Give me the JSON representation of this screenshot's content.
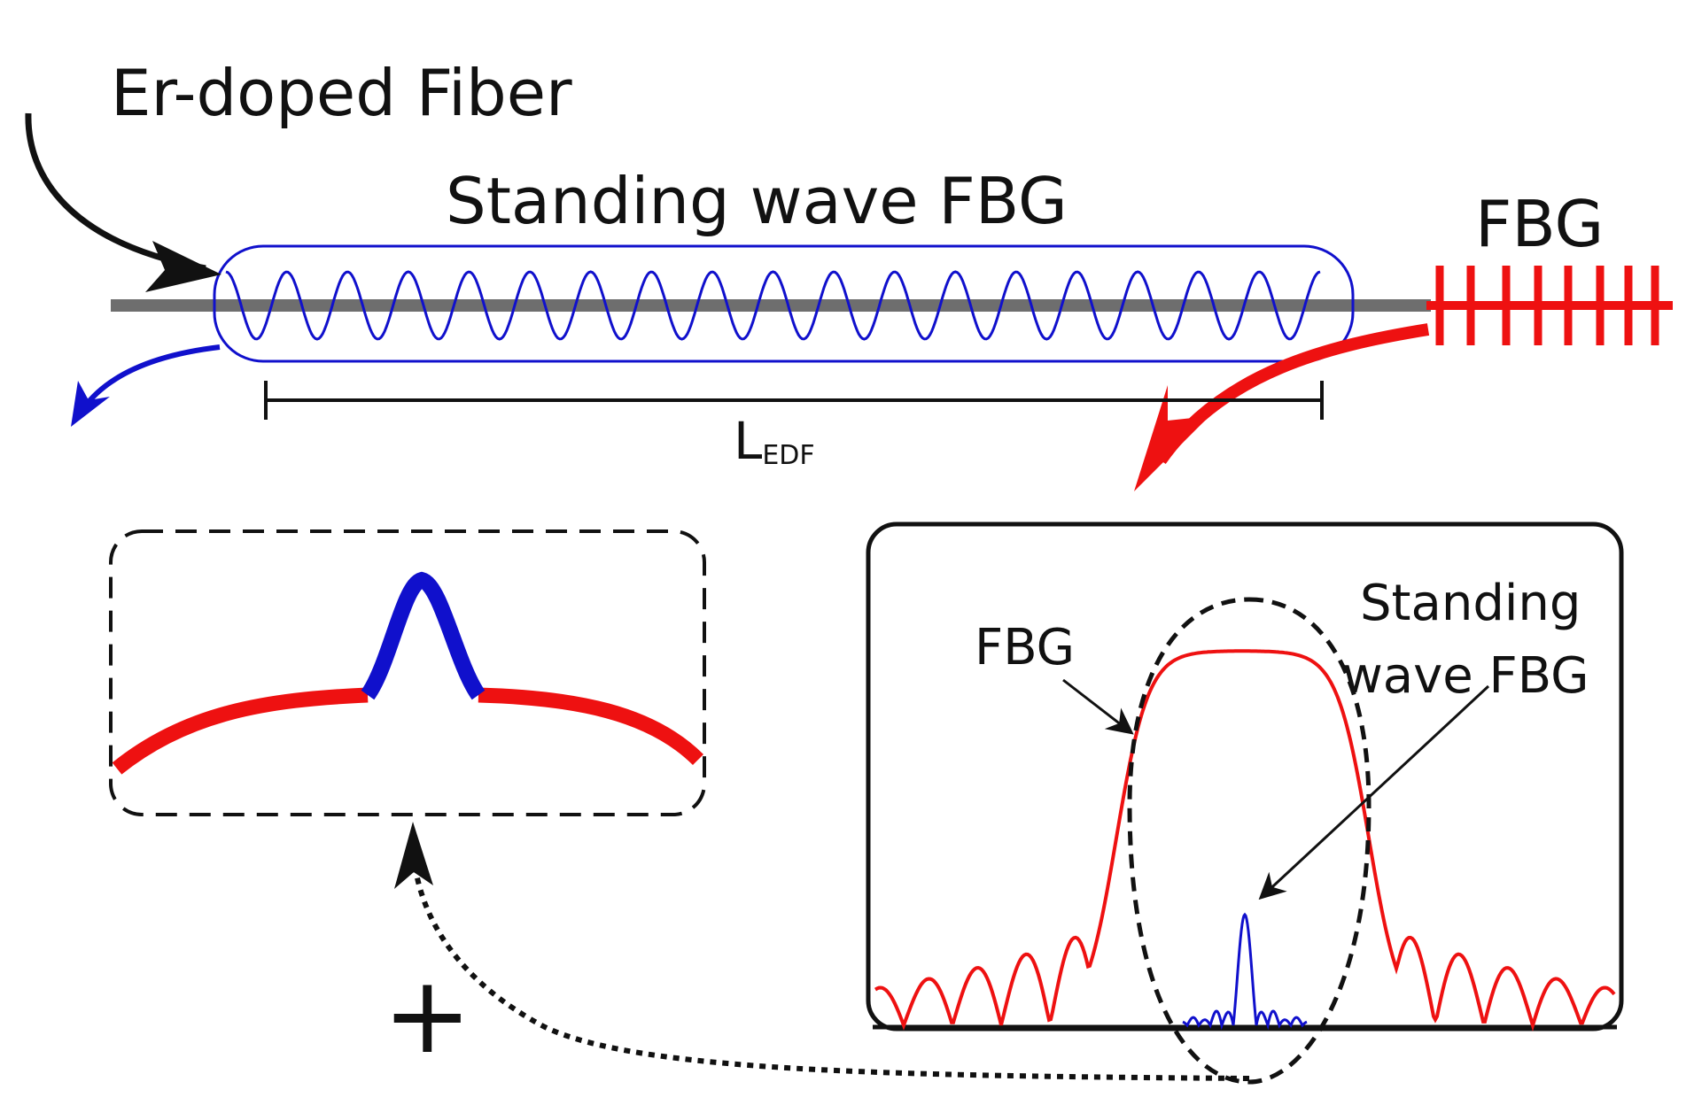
{
  "labels": {
    "er_doped_fiber": "Er-doped Fiber",
    "standing_wave_fbg": "Standing wave FBG",
    "fbg": "FBG",
    "length_main": "L",
    "length_sub": "EDF",
    "inset_fbg": "FBG",
    "inset_standing_line1": "Standing",
    "inset_standing_line2": "wave FBG",
    "plus": "+"
  },
  "colors": {
    "fiber": "#6e6e6e",
    "standing_wave": "#1010cc",
    "fbg": "#ee1111",
    "ink": "#111111"
  }
}
